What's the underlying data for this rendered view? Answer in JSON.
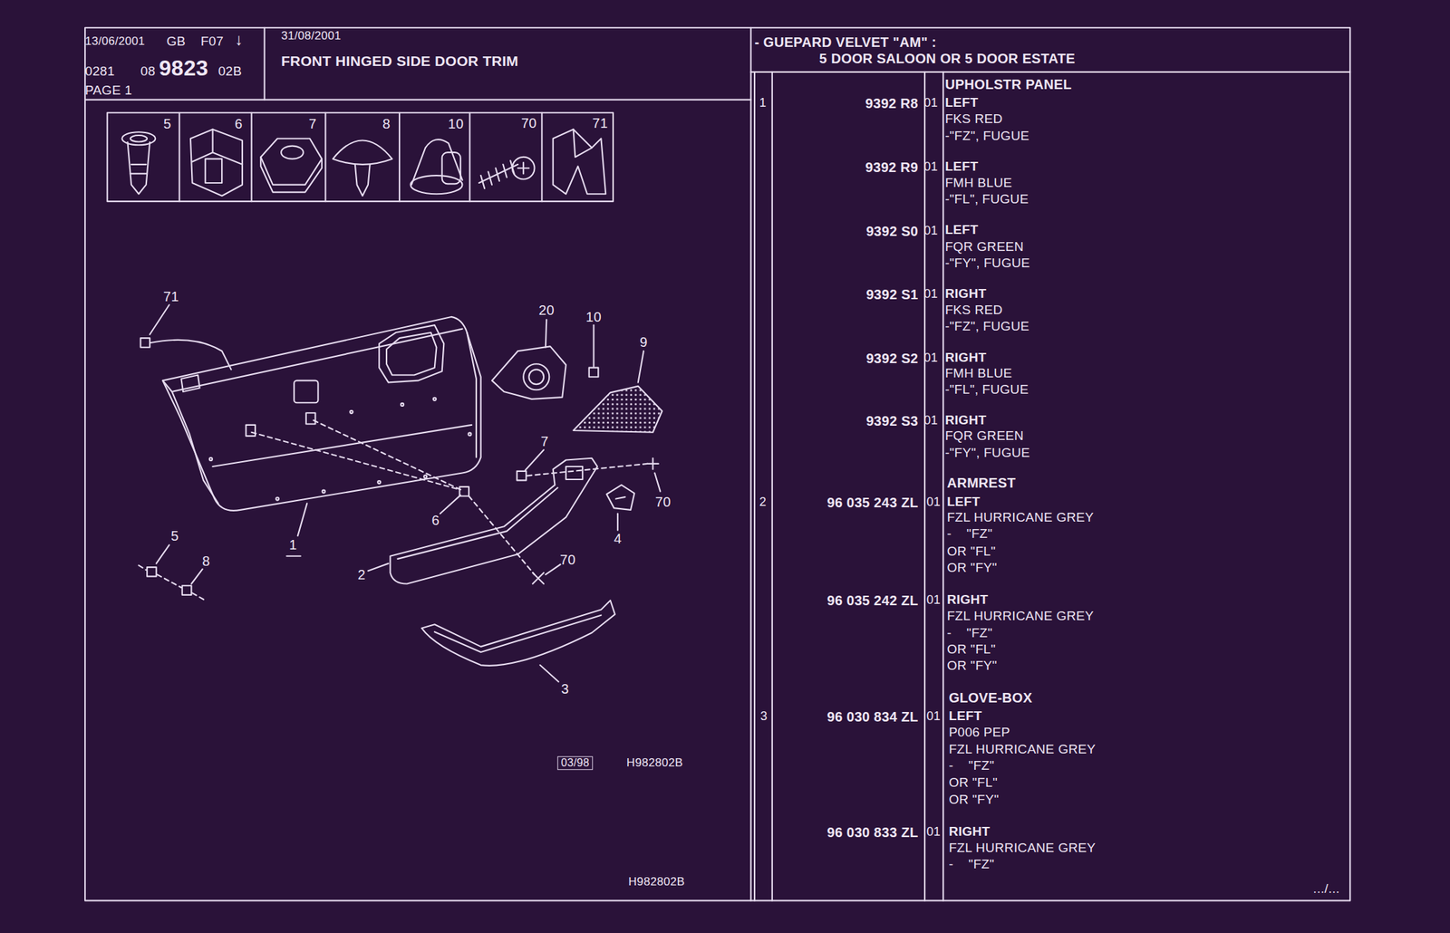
{
  "diagram": {
    "title": "FRONT HINGED SIDE DOOR TRIM",
    "labels": [
      "13/06/2001",
      "GB",
      "F07",
      "↓",
      "0281",
      "08",
      "9823",
      "02B",
      "PAGE 1",
      "31/08/2001",
      "- GUEPARD VELVET \"AM\" :",
      "5 DOOR SALOON OR 5 DOOR ESTATE",
      "UPHOLSTR PANEL",
      "1",
      "9392 R8",
      "01",
      "LEFT",
      "FKS RED",
      "-\"FZ\", FUGUE",
      "9392 R9",
      "01",
      "LEFT",
      "FMH BLUE",
      "-\"FL\", FUGUE",
      "9392 S0",
      "01",
      "LEFT",
      "FQR GREEN",
      "-\"FY\", FUGUE",
      "9392 S1",
      "01",
      "RIGHT",
      "FKS RED",
      "-\"FZ\", FUGUE",
      "9392 S2",
      "01",
      "RIGHT",
      "FMH BLUE",
      "-\"FL\", FUGUE",
      "9392 S3",
      "01",
      "RIGHT",
      "FQR GREEN",
      "-\"FY\", FUGUE",
      "ARMREST",
      "2",
      "96 035 243 ZL",
      "01",
      "LEFT",
      "FZL HURRICANE GREY",
      "-    \"FZ\"",
      "OR \"FL\"",
      "OR \"FY\"",
      "96 035 242 ZL",
      "01",
      "RIGHT",
      "FZL HURRICANE GREY",
      "-    \"FZ\"",
      "OR \"FL\"",
      "OR \"FY\"",
      "GLOVE-BOX",
      "3",
      "96 030 834 ZL",
      "01",
      "LEFT",
      "P006 PEP",
      "FZL HURRICANE GREY",
      "-    \"FZ\"",
      "OR \"FL\"",
      "OR \"FY\"",
      "96 030 833 ZL",
      "01",
      "RIGHT",
      "FZL HURRICANE GREY",
      "-    \"FZ\"",
      ".../...",
      "5",
      "6",
      "7",
      "8",
      "10",
      "70",
      "71",
      "71",
      "20",
      "10",
      "9",
      "7",
      "70",
      "6",
      "4",
      "5",
      "8",
      "1",
      "2",
      "70",
      "3",
      "03/98",
      "H982802B",
      "H982802B"
    ]
  }
}
